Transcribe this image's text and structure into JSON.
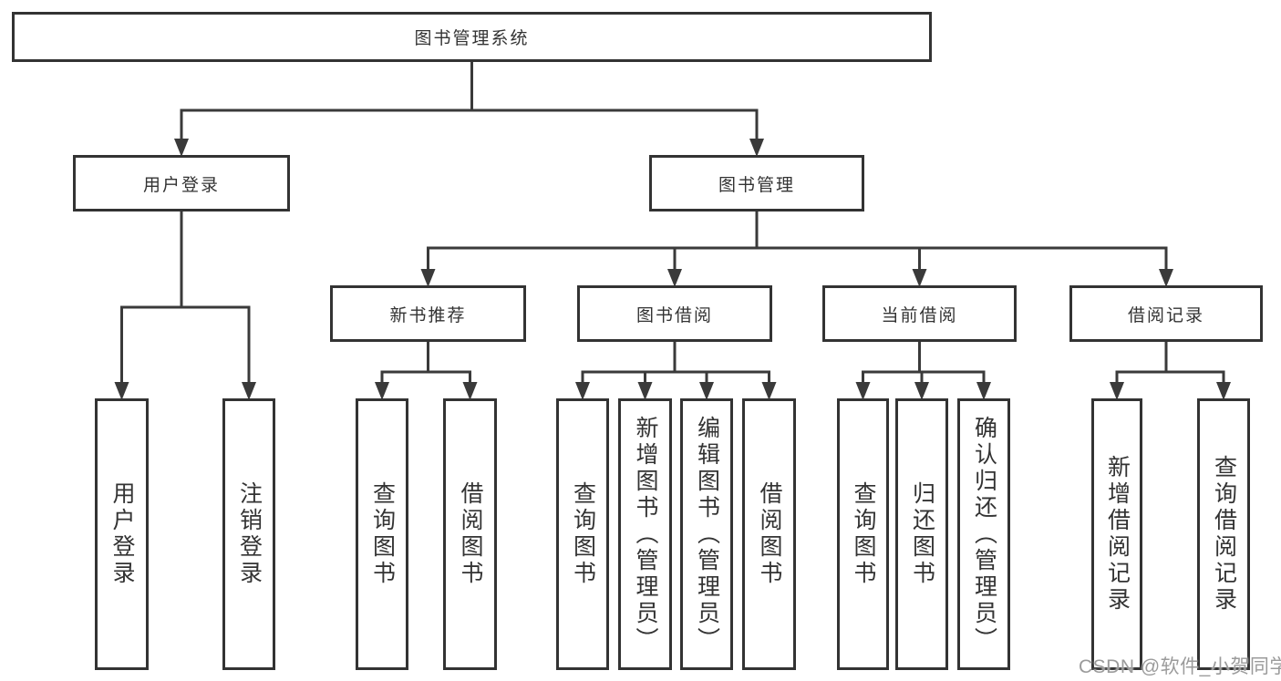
{
  "nodes": {
    "root": {
      "label": "图书管理系统"
    },
    "login": {
      "label": "用户登录"
    },
    "mgmt": {
      "label": "图书管理"
    },
    "leaf_user_login": {
      "label": "用户登录"
    },
    "leaf_logout": {
      "label": "注销登录"
    },
    "recommend": {
      "label": "新书推荐"
    },
    "borrow": {
      "label": "图书借阅"
    },
    "current": {
      "label": "当前借阅"
    },
    "records": {
      "label": "借阅记录"
    },
    "rec_query": {
      "label": "查询图书"
    },
    "rec_borrow": {
      "label": "借阅图书"
    },
    "bor_query": {
      "label": "查询图书"
    },
    "bor_add": {
      "label": "新增图书（管理员）"
    },
    "bor_edit": {
      "label": "编辑图书（管理员）"
    },
    "bor_borrow": {
      "label": "借阅图书"
    },
    "cur_query": {
      "label": "查询图书"
    },
    "cur_return": {
      "label": "归还图书"
    },
    "cur_confirm": {
      "label": "确认归还（管理员）"
    },
    "rcd_add": {
      "label": "新增借阅记录"
    },
    "rcd_query": {
      "label": "查询借阅记录"
    }
  },
  "hierarchy": {
    "root": [
      "login",
      "mgmt"
    ],
    "login": [
      "leaf_user_login",
      "leaf_logout"
    ],
    "mgmt": [
      "recommend",
      "borrow",
      "current",
      "records"
    ],
    "recommend": [
      "rec_query",
      "rec_borrow"
    ],
    "borrow": [
      "bor_query",
      "bor_add",
      "bor_edit",
      "bor_borrow"
    ],
    "current": [
      "cur_query",
      "cur_return",
      "cur_confirm"
    ],
    "records": [
      "rcd_add",
      "rcd_query"
    ]
  },
  "watermark": "CSDN @软件_小贺同学",
  "colors": {
    "line": "#3a3a3a",
    "border": "#333333",
    "text": "#333333",
    "watermark": "#9b9b9b",
    "background": "#ffffff"
  }
}
